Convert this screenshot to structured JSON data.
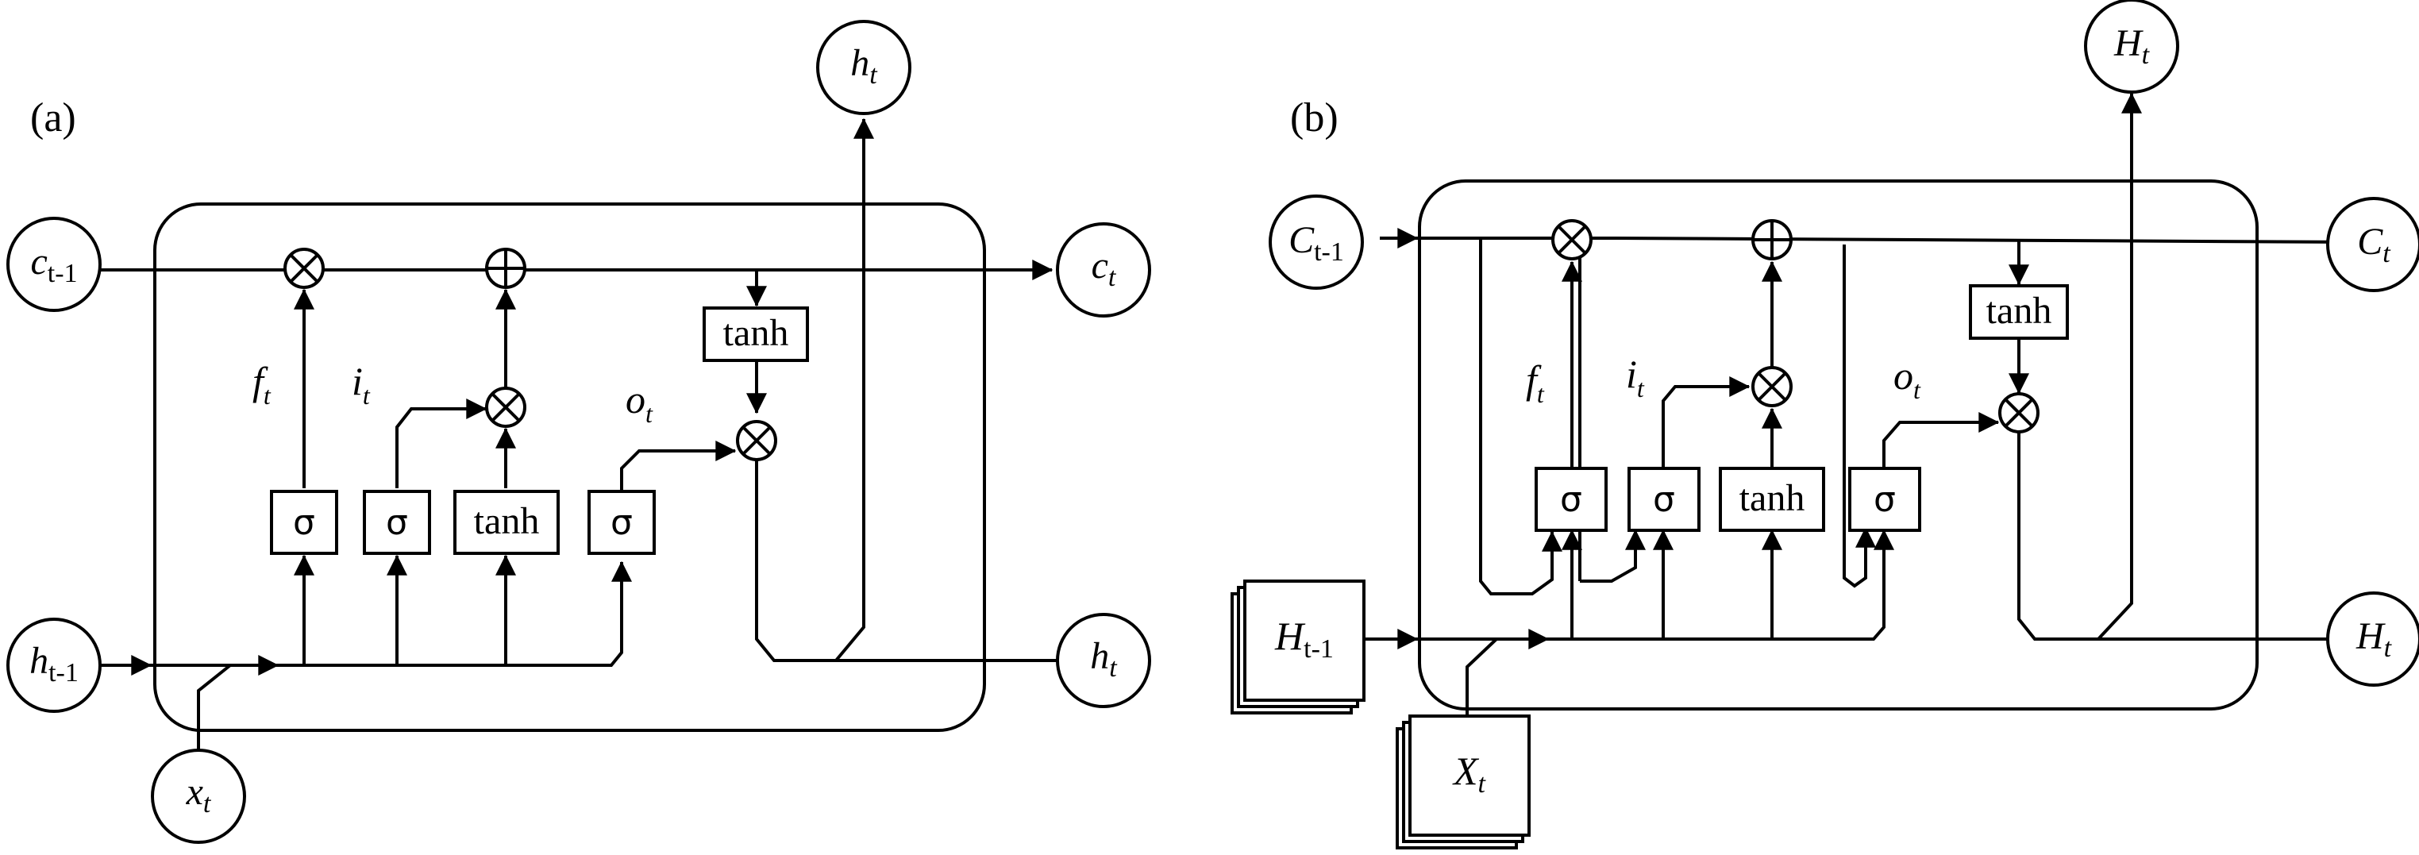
{
  "panel_a": {
    "label": "(a)",
    "nodes": {
      "c_prev": {
        "main": "c",
        "sub": "t-1"
      },
      "h_prev": {
        "main": "h",
        "sub": "t-1"
      },
      "x": {
        "main": "x",
        "sub": "t"
      },
      "c_out": {
        "main": "c",
        "sub": "t"
      },
      "h_out": {
        "main": "h",
        "sub": "t"
      },
      "h_top": {
        "main": "h",
        "sub": "t"
      }
    },
    "gates": {
      "f_label": {
        "main": "f",
        "sub": "t"
      },
      "i_label": {
        "main": "i",
        "sub": "t"
      },
      "o_label": {
        "main": "o",
        "sub": "t"
      }
    },
    "boxes": {
      "sigma": "σ",
      "tanh": "tanh"
    }
  },
  "panel_b": {
    "label": "(b)",
    "nodes": {
      "C_prev": {
        "main": "C",
        "sub": "t-1"
      },
      "H_prev": {
        "main": "H",
        "sub": "t-1"
      },
      "X": {
        "main": "X",
        "sub": "t"
      },
      "C_out": {
        "main": "C",
        "sub": "t"
      },
      "H_out": {
        "main": "H",
        "sub": "t"
      },
      "H_top": {
        "main": "H",
        "sub": "t"
      }
    },
    "gates": {
      "f_label": {
        "main": "f",
        "sub": "t"
      },
      "i_label": {
        "main": "i",
        "sub": "t"
      },
      "o_label": {
        "main": "o",
        "sub": "t"
      }
    },
    "boxes": {
      "sigma": "σ",
      "tanh": "tanh"
    }
  },
  "symbols": {
    "multiply": "⊗",
    "add": "⊕"
  }
}
